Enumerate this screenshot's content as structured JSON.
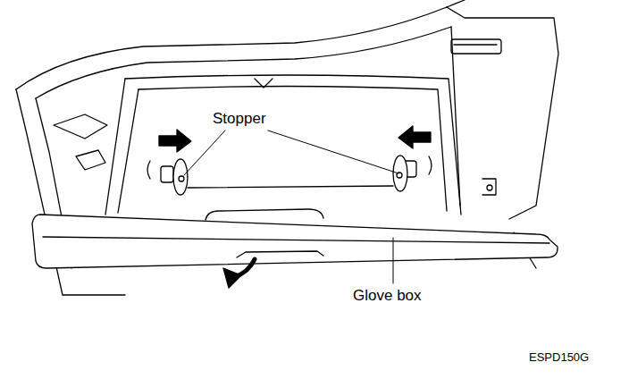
{
  "diagram": {
    "labels": [
      "Stopper",
      "Glove box",
      "ESPD150G"
    ]
  }
}
